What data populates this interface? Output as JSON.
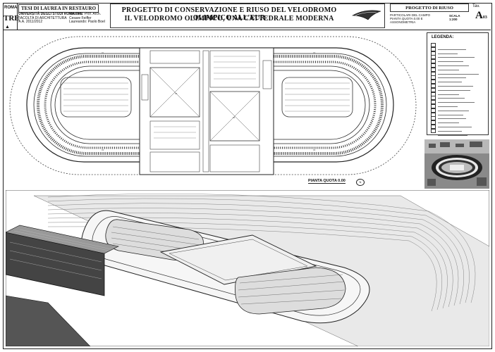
{
  "logo": {
    "line1": "ROMA",
    "big": "TRE"
  },
  "header": {
    "course": "TESI DI LAUREA IN RESTAURO",
    "university_lines": [
      "UNIVERSITÀ DEGLI STUDI ROMA TRE",
      "FACOLTÀ DI ARCHITETTURA",
      "A.A. 2011/2012"
    ],
    "people_lines": [
      "Relatore: Prof. Arch. Cesare Feiffer",
      "Laureando: Paolo Boel"
    ],
    "title_line1": "PROGETTO DI CONSERVAZIONE E RIUSO DEL VELODROMO OLIMPICO ALL'EUR",
    "title_line2": "IL VELODROMO OLIMPICO, UNA CATTEDRALE MODERNA",
    "project_label": "PROGETTO DI RIUSO",
    "project_sub_lines": [
      "PARTICOLARI DEL CAMPO",
      "PIANTA QUOTA 0.00 E ASSONOMETRIA"
    ],
    "scale": "SCALA 1:200",
    "tav_label": "Tav.",
    "tav_number": "A",
    "tav_sub": "03"
  },
  "legend": {
    "title": "LEGENDA:",
    "rows": 22
  },
  "plan_label": "PIANTA QUOTA 0.00",
  "north_label": "N"
}
